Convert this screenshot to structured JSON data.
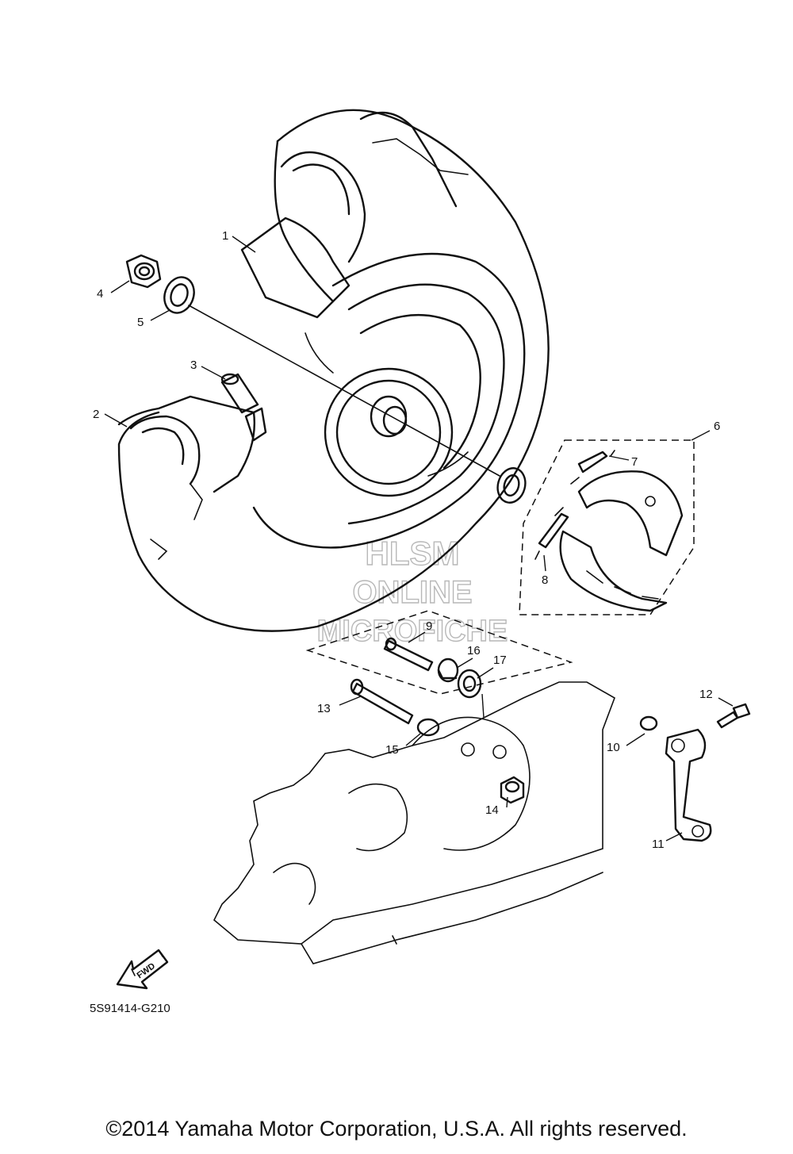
{
  "callouts": {
    "c1": "1",
    "c2": "2",
    "c3": "3",
    "c4": "4",
    "c5": "5",
    "c6": "6",
    "c7": "7",
    "c8": "8",
    "c9": "9",
    "c10": "10",
    "c11": "11",
    "c12": "12",
    "c13": "13",
    "c14": "14",
    "c15": "15",
    "c16": "16",
    "c17": "17"
  },
  "watermark": {
    "line1": "HLSM",
    "line2": "ONLINE",
    "line3": "MICROFICHE"
  },
  "fwd_label": "FWD",
  "diagram_code": "5S91414-G210",
  "copyright": "©2014 Yamaha Motor Corporation, U.S.A. All rights reserved."
}
